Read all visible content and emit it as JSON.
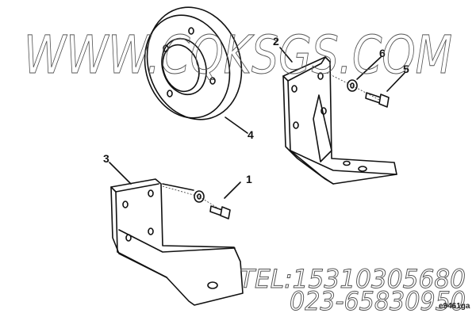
{
  "diagram": {
    "callouts": [
      "1",
      "2",
      "3",
      "4",
      "5",
      "6"
    ],
    "figure_code": "e9461ga"
  },
  "watermark": {
    "url": "WWW.CQKSGS.COM",
    "tel": "TEL:15310305680",
    "phone": "023-65830950"
  }
}
